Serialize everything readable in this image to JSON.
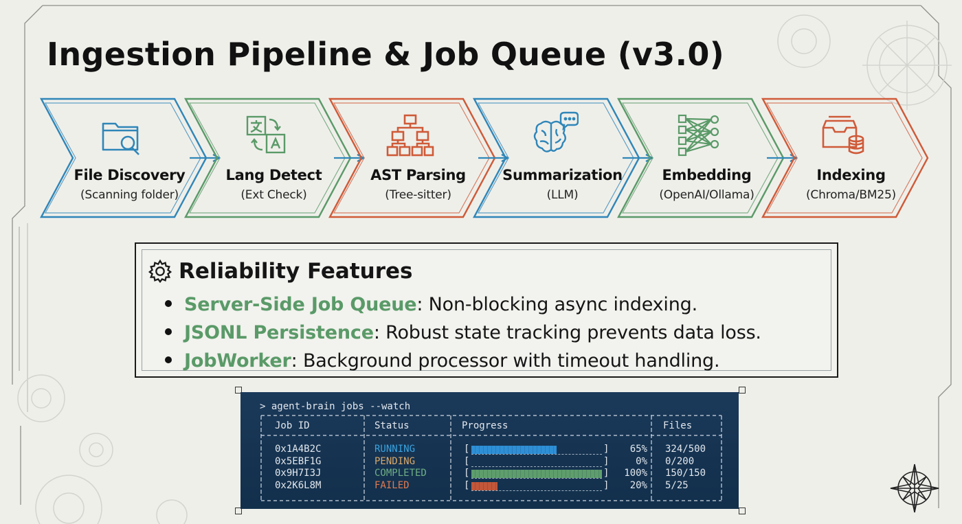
{
  "title": "Ingestion Pipeline & Job Queue (v3.0)",
  "pipeline": {
    "steps": [
      {
        "label": "File Discovery",
        "sub": "(Scanning folder)",
        "color": "#2f86b8",
        "icon": "folder-search-icon"
      },
      {
        "label": "Lang Detect",
        "sub": "(Ext Check)",
        "color": "#5a9a68",
        "icon": "translate-icon"
      },
      {
        "label": "AST Parsing",
        "sub": "(Tree-sitter)",
        "color": "#cf5a38",
        "icon": "tree-icon"
      },
      {
        "label": "Summarization",
        "sub": "(LLM)",
        "color": "#2f86b8",
        "icon": "brain-chat-icon"
      },
      {
        "label": "Embedding",
        "sub": "(OpenAI/Ollama)",
        "color": "#5a9a68",
        "icon": "neural-net-icon"
      },
      {
        "label": "Indexing",
        "sub": "(Chroma/BM25)",
        "color": "#cf5a38",
        "icon": "database-icon"
      }
    ]
  },
  "features": {
    "title": "Reliability Features",
    "items": [
      {
        "keyword": "Server-Side Job Queue",
        "text": ": Non-blocking async indexing."
      },
      {
        "keyword": "JSONL Persistence",
        "text": ": Robust state tracking prevents data loss."
      },
      {
        "keyword": "JobWorker",
        "text": ": Background processor with timeout handling."
      }
    ]
  },
  "terminal": {
    "command": "> agent-brain jobs --watch",
    "headers": {
      "job_id": "Job ID",
      "status": "Status",
      "progress": "Progress",
      "files": "Files"
    },
    "rows": [
      {
        "id": "0x1A4B2C",
        "status": "RUNNING",
        "status_color": "#3aa3e0",
        "progress": 0.65,
        "percent": "65%",
        "files": "324/500",
        "bar_color": "#2e8fd6"
      },
      {
        "id": "0x5EBF1G",
        "status": "PENDING",
        "status_color": "#d9a86a",
        "progress": 0,
        "percent": "0%",
        "files": "0/200",
        "bar_color": "#d9a86a"
      },
      {
        "id": "0x9H7I3J",
        "status": "COMPLETED",
        "status_color": "#6fae84",
        "progress": 1.0,
        "percent": "100%",
        "files": "150/150",
        "bar_color": "#5e9e6c"
      },
      {
        "id": "0x2K6L8M",
        "status": "FAILED",
        "status_color": "#e07a50",
        "progress": 0.2,
        "percent": "20%",
        "files": "5/25",
        "bar_color": "#c2573a"
      }
    ]
  }
}
